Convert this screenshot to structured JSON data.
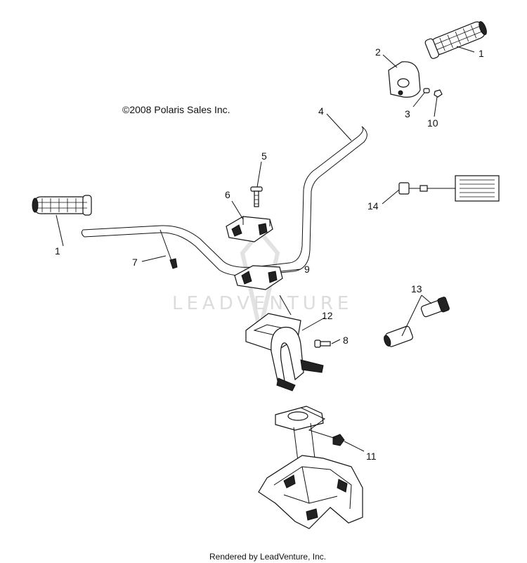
{
  "copyright": "©2008 Polaris Sales Inc.",
  "watermark": "LEADVENTURE",
  "footer": "Rendered by LeadVenture, Inc.",
  "callouts": {
    "c1_right": "1",
    "c1_left": "1",
    "c2": "2",
    "c3": "3",
    "c4": "4",
    "c5": "5",
    "c6": "6",
    "c7": "7",
    "c8": "8",
    "c9": "9",
    "c10": "10",
    "c11": "11",
    "c12": "12",
    "c13": "13",
    "c14": "14"
  }
}
